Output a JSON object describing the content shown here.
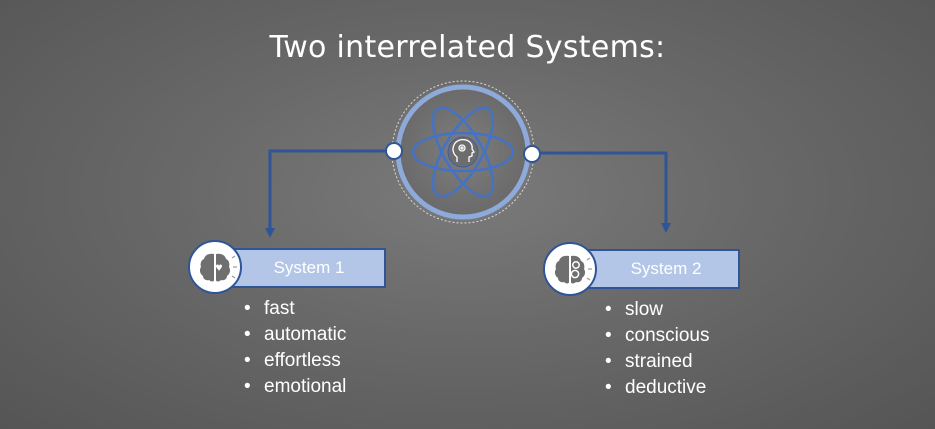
{
  "title": "Two interrelated Systems:",
  "center": {
    "icon": "head-gears-icon"
  },
  "systems": [
    {
      "label": "System 1",
      "icon": "brain-heart-icon",
      "traits": [
        "fast",
        "automatic",
        "effortless",
        "emotional"
      ]
    },
    {
      "label": "System 2",
      "icon": "brain-gears-icon",
      "traits": [
        "slow",
        "conscious",
        "strained",
        "deductive"
      ]
    }
  ],
  "colors": {
    "accent_dark": "#2f5597",
    "accent_light": "#b4c6e7",
    "orbit": "#4472c4",
    "text": "#ffffff"
  }
}
